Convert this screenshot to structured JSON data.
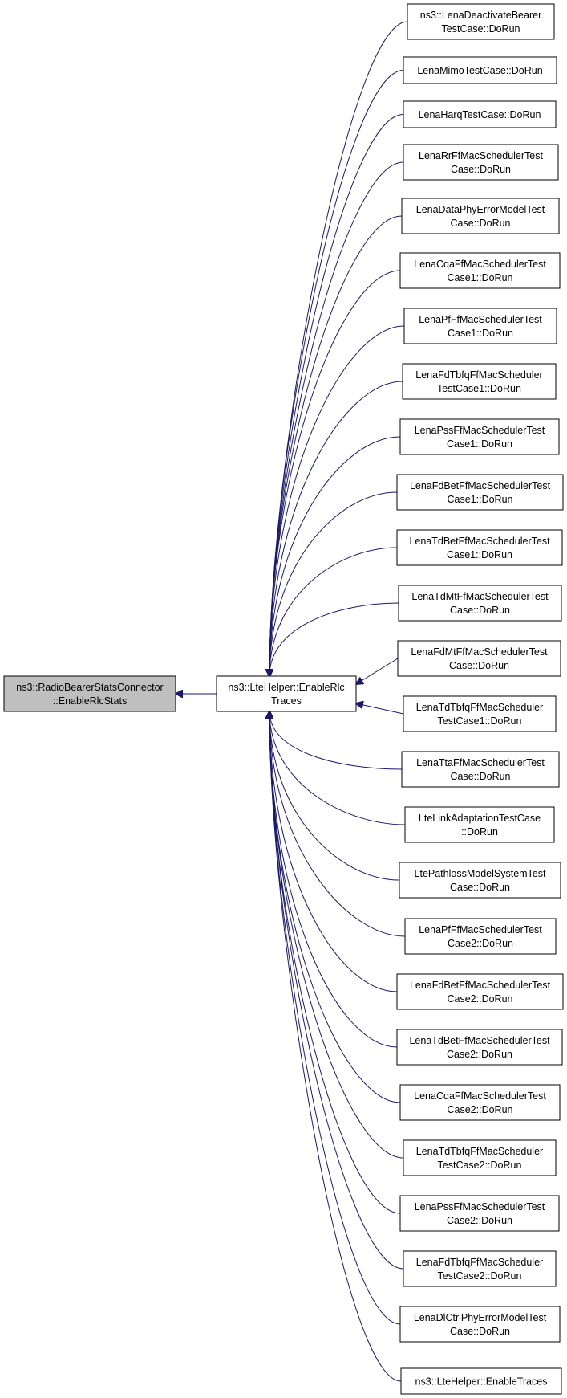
{
  "diagram": {
    "title": "",
    "edge_color": "#191970",
    "focus_fill": "#bfbfbf",
    "nodes": [
      {
        "id": "n_stats",
        "lines": [
          "ns3::RadioBearerStatsConnector",
          "::EnableRlcStats"
        ],
        "focus": true
      },
      {
        "id": "n_helper",
        "lines": [
          "ns3::LteHelper::EnableRlc",
          "Traces"
        ]
      },
      {
        "id": "c0",
        "lines": [
          "ns3::LenaDeactivateBearer",
          "TestCase::DoRun"
        ]
      },
      {
        "id": "c1",
        "lines": [
          "LenaMimoTestCase::DoRun"
        ]
      },
      {
        "id": "c2",
        "lines": [
          "LenaHarqTestCase::DoRun"
        ]
      },
      {
        "id": "c3",
        "lines": [
          "LenaRrFfMacSchedulerTest",
          "Case::DoRun"
        ]
      },
      {
        "id": "c4",
        "lines": [
          "LenaDataPhyErrorModelTest",
          "Case::DoRun"
        ]
      },
      {
        "id": "c5",
        "lines": [
          "LenaCqaFfMacSchedulerTest",
          "Case1::DoRun"
        ]
      },
      {
        "id": "c6",
        "lines": [
          "LenaPfFfMacSchedulerTest",
          "Case1::DoRun"
        ]
      },
      {
        "id": "c7",
        "lines": [
          "LenaFdTbfqFfMacScheduler",
          "TestCase1::DoRun"
        ]
      },
      {
        "id": "c8",
        "lines": [
          "LenaPssFfMacSchedulerTest",
          "Case1::DoRun"
        ]
      },
      {
        "id": "c9",
        "lines": [
          "LenaFdBetFfMacSchedulerTest",
          "Case1::DoRun"
        ]
      },
      {
        "id": "c10",
        "lines": [
          "LenaTdBetFfMacSchedulerTest",
          "Case1::DoRun"
        ]
      },
      {
        "id": "c11",
        "lines": [
          "LenaTdMtFfMacSchedulerTest",
          "Case::DoRun"
        ]
      },
      {
        "id": "c12",
        "lines": [
          "LenaFdMtFfMacSchedulerTest",
          "Case::DoRun"
        ]
      },
      {
        "id": "c13",
        "lines": [
          "LenaTdTbfqFfMacScheduler",
          "TestCase1::DoRun"
        ]
      },
      {
        "id": "c14",
        "lines": [
          "LenaTtaFfMacSchedulerTest",
          "Case::DoRun"
        ]
      },
      {
        "id": "c15",
        "lines": [
          "LteLinkAdaptationTestCase",
          "::DoRun"
        ]
      },
      {
        "id": "c16",
        "lines": [
          "LtePathlossModelSystemTest",
          "Case::DoRun"
        ]
      },
      {
        "id": "c17",
        "lines": [
          "LenaPfFfMacSchedulerTest",
          "Case2::DoRun"
        ]
      },
      {
        "id": "c18",
        "lines": [
          "LenaFdBetFfMacSchedulerTest",
          "Case2::DoRun"
        ]
      },
      {
        "id": "c19",
        "lines": [
          "LenaTdBetFfMacSchedulerTest",
          "Case2::DoRun"
        ]
      },
      {
        "id": "c20",
        "lines": [
          "LenaCqaFfMacSchedulerTest",
          "Case2::DoRun"
        ]
      },
      {
        "id": "c21",
        "lines": [
          "LenaTdTbfqFfMacScheduler",
          "TestCase2::DoRun"
        ]
      },
      {
        "id": "c22",
        "lines": [
          "LenaPssFfMacSchedulerTest",
          "Case2::DoRun"
        ]
      },
      {
        "id": "c23",
        "lines": [
          "LenaFdTbfqFfMacScheduler",
          "TestCase2::DoRun"
        ]
      },
      {
        "id": "c24",
        "lines": [
          "LenaDlCtrlPhyErrorModelTest",
          "Case::DoRun"
        ]
      },
      {
        "id": "c25",
        "lines": [
          "ns3::LteHelper::EnableTraces"
        ]
      }
    ],
    "edges": [
      {
        "from": "n_helper",
        "to": "n_stats"
      },
      {
        "from": "c0",
        "to": "n_helper"
      },
      {
        "from": "c1",
        "to": "n_helper"
      },
      {
        "from": "c2",
        "to": "n_helper"
      },
      {
        "from": "c3",
        "to": "n_helper"
      },
      {
        "from": "c4",
        "to": "n_helper"
      },
      {
        "from": "c5",
        "to": "n_helper"
      },
      {
        "from": "c6",
        "to": "n_helper"
      },
      {
        "from": "c7",
        "to": "n_helper"
      },
      {
        "from": "c8",
        "to": "n_helper"
      },
      {
        "from": "c9",
        "to": "n_helper"
      },
      {
        "from": "c10",
        "to": "n_helper"
      },
      {
        "from": "c11",
        "to": "n_helper"
      },
      {
        "from": "c12",
        "to": "n_helper"
      },
      {
        "from": "c13",
        "to": "n_helper"
      },
      {
        "from": "c14",
        "to": "n_helper"
      },
      {
        "from": "c15",
        "to": "n_helper"
      },
      {
        "from": "c16",
        "to": "n_helper"
      },
      {
        "from": "c17",
        "to": "n_helper"
      },
      {
        "from": "c18",
        "to": "n_helper"
      },
      {
        "from": "c19",
        "to": "n_helper"
      },
      {
        "from": "c20",
        "to": "n_helper"
      },
      {
        "from": "c21",
        "to": "n_helper"
      },
      {
        "from": "c22",
        "to": "n_helper"
      },
      {
        "from": "c23",
        "to": "n_helper"
      },
      {
        "from": "c24",
        "to": "n_helper"
      },
      {
        "from": "c25",
        "to": "n_helper"
      }
    ]
  }
}
